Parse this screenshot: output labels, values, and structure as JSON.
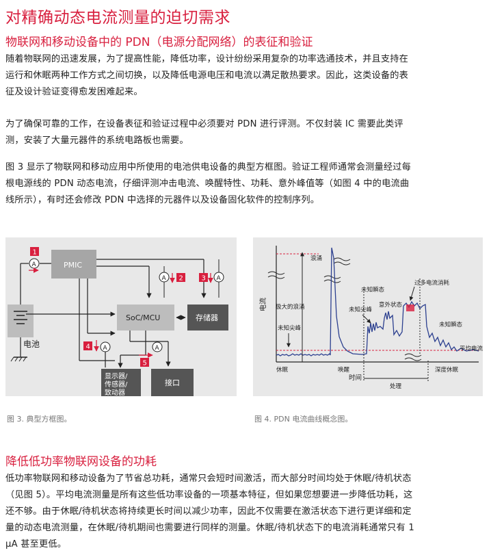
{
  "title": "对精确动态电流测量的迫切需求",
  "section1": {
    "heading": "物联网和移动设备中的 PDN（电源分配网络）的表征和验证",
    "p1": "随着物联网的迅速发展，为了提高性能，降低功率，设计纷纷采用复杂的功率选通技术，并且支持在运行和休眠两种工作方式之间切换，以及降低电源电压和电流以满足散热要求。因此，这类设备的表征及设计验证变得愈发困难起来。",
    "p2": "为了确保可靠的工作，在设备表征和验证过程中必须要对 PDN 进行评测。不仅封装 IC 需要此类评测，安装了大量元器件的系统电路板也需要。",
    "p3": "图 3 显示了物联网和移动应用中所使用的电池供电设备的典型方框图。验证工程师通常会测量经过每根电源线的 PDN 动态电流，仔细评测冲击电流、唤醒特性、功耗、意外峰值等（如图 4 中的电流曲线所示），有时还会修改 PDN 中选择的元器件以及设备固化软件的控制序列。"
  },
  "fig3": {
    "caption": "图 3. 典型方框图。",
    "pmic": "PMIC",
    "soc": "SoC/MCU",
    "storage": "存储器",
    "display": "显示器/",
    "sensor": "传感器/",
    "actuator": "致动器",
    "interface": "接口",
    "battery": "电池",
    "ammeter": "A",
    "m1": "1",
    "m2": "2",
    "m3": "3",
    "m4": "4",
    "m5": "5"
  },
  "fig4": {
    "caption": "图 4. PDN 电流曲线概念图。",
    "ylabel": "电流",
    "xlabel": "时间",
    "surge": "浪涌",
    "max_surge": "极大的浪涌",
    "unknown_spike1": "未知尖峰",
    "unknown_spike2": "未知尖峰",
    "unknown_transient1": "未知瞬态",
    "unexpected_state": "意外状态",
    "excess_current": "过多电流消耗",
    "unknown_transient2": "未知瞬态",
    "avg_current": "平均电流",
    "sleep": "休眠",
    "wake": "唤醒",
    "process": "处理",
    "deep_sleep": "深度休眠"
  },
  "section2": {
    "heading": "降低低功率物联网设备的功耗",
    "p1": "低功率物联网和移动设备为了节省总功耗，通常只会短时间激活，而大部分时间均处于休眠/待机状态（见图 5）。平均电流测量是所有这些低功率设备的一项基本特征，但如果您想要进一步降低功耗，这还不够。由于休眠/待机状态将持续更长时间以减少功率，因此不仅需要在激活状态下进行更详细和定量的动态电流测量，在休眠/待机期间也需要进行同样的测量。休眠/待机状态下的电流消耗通常只有 1 μA 甚至更低。"
  },
  "colors": {
    "accent": "#d81f3e",
    "box": "#a6a6a6",
    "dark_box": "#555555",
    "trace": "#2b3f8f"
  }
}
